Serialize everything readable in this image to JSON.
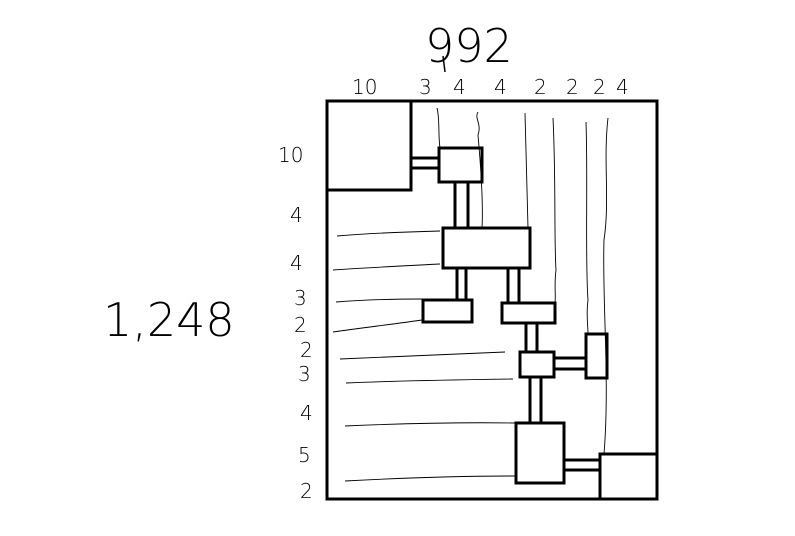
{
  "width_label": "992",
  "height_label": "1,248",
  "column_labels": [
    "10",
    "3",
    "4",
    "4",
    "2",
    "2",
    "2",
    "4"
  ],
  "row_labels": [
    "10",
    "4",
    "4",
    "3",
    "2",
    "2",
    "3",
    "4",
    "5",
    "2"
  ]
}
